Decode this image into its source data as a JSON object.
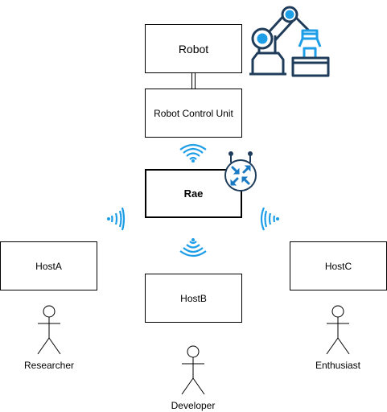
{
  "nodes": {
    "robot": "Robot",
    "robot_control_unit": "Robot Control Unit",
    "rae": "Rae",
    "host_a": "HostA",
    "host_b": "HostB",
    "host_c": "HostC"
  },
  "actors": {
    "researcher": "Researcher",
    "developer": "Developer",
    "enthusiast": "Enthusiast"
  },
  "icons": {
    "robot_arm": "robot-arm-icon",
    "router": "router-icon",
    "wifi": "wifi-icon"
  },
  "colors": {
    "icon_blue": "#1f9ee8",
    "icon_navy": "#1f3c5a",
    "router_fill": "#1a5a8a"
  }
}
